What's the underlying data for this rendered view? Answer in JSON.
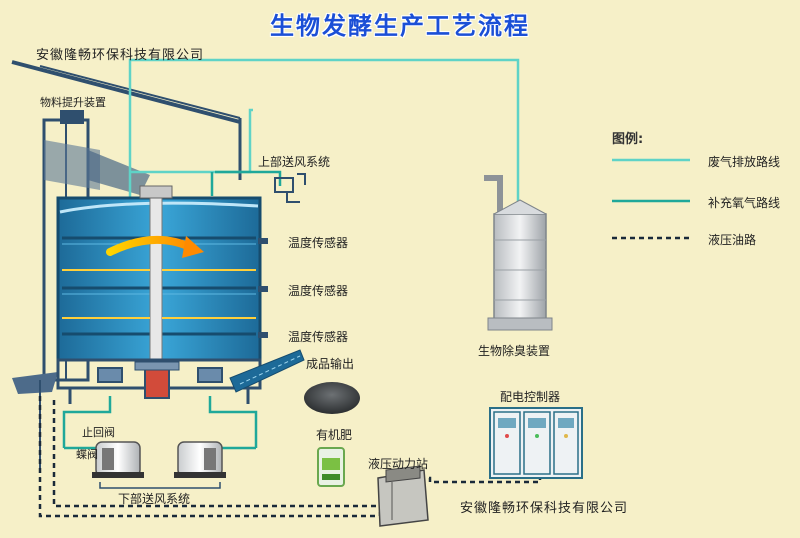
{
  "title": "生物发酵生产工艺流程",
  "company_top": "安徽隆畅环保科技有限公司",
  "company_bottom": "安徽隆畅环保科技有限公司",
  "labels": {
    "lift": "物料提升装置",
    "upper_air": "上部送风系统",
    "sensor_1": "温度传感器",
    "sensor_2": "温度传感器",
    "sensor_3": "温度传感器",
    "product_out": "成品输出",
    "fertilizer": "有机肥",
    "hydraulic_station": "液压动力站",
    "control_cabinet": "配电控制器",
    "deodor": "生物除臭装置",
    "check_valve": "止回阀",
    "butterfly_valve": "蝶阀",
    "lower_air": "下部送风系统"
  },
  "legend": {
    "title": "图例:",
    "items": [
      {
        "label": "废气排放路线",
        "style": "solid",
        "color": "#5fd3c7"
      },
      {
        "label": "补充氧气路线",
        "style": "solid",
        "color": "#1fa89a"
      },
      {
        "label": "液压油路",
        "style": "dashed",
        "color": "#1a2a3a"
      }
    ]
  },
  "colors": {
    "exhaust": "#5fd3c7",
    "oxygen": "#1fa89a",
    "hydraulic": "#1a2a3a",
    "tank": "#2f8fc4",
    "tank_dark": "#1d6a98",
    "frame": "#2f4f6e",
    "title": "#1b4fd6"
  }
}
